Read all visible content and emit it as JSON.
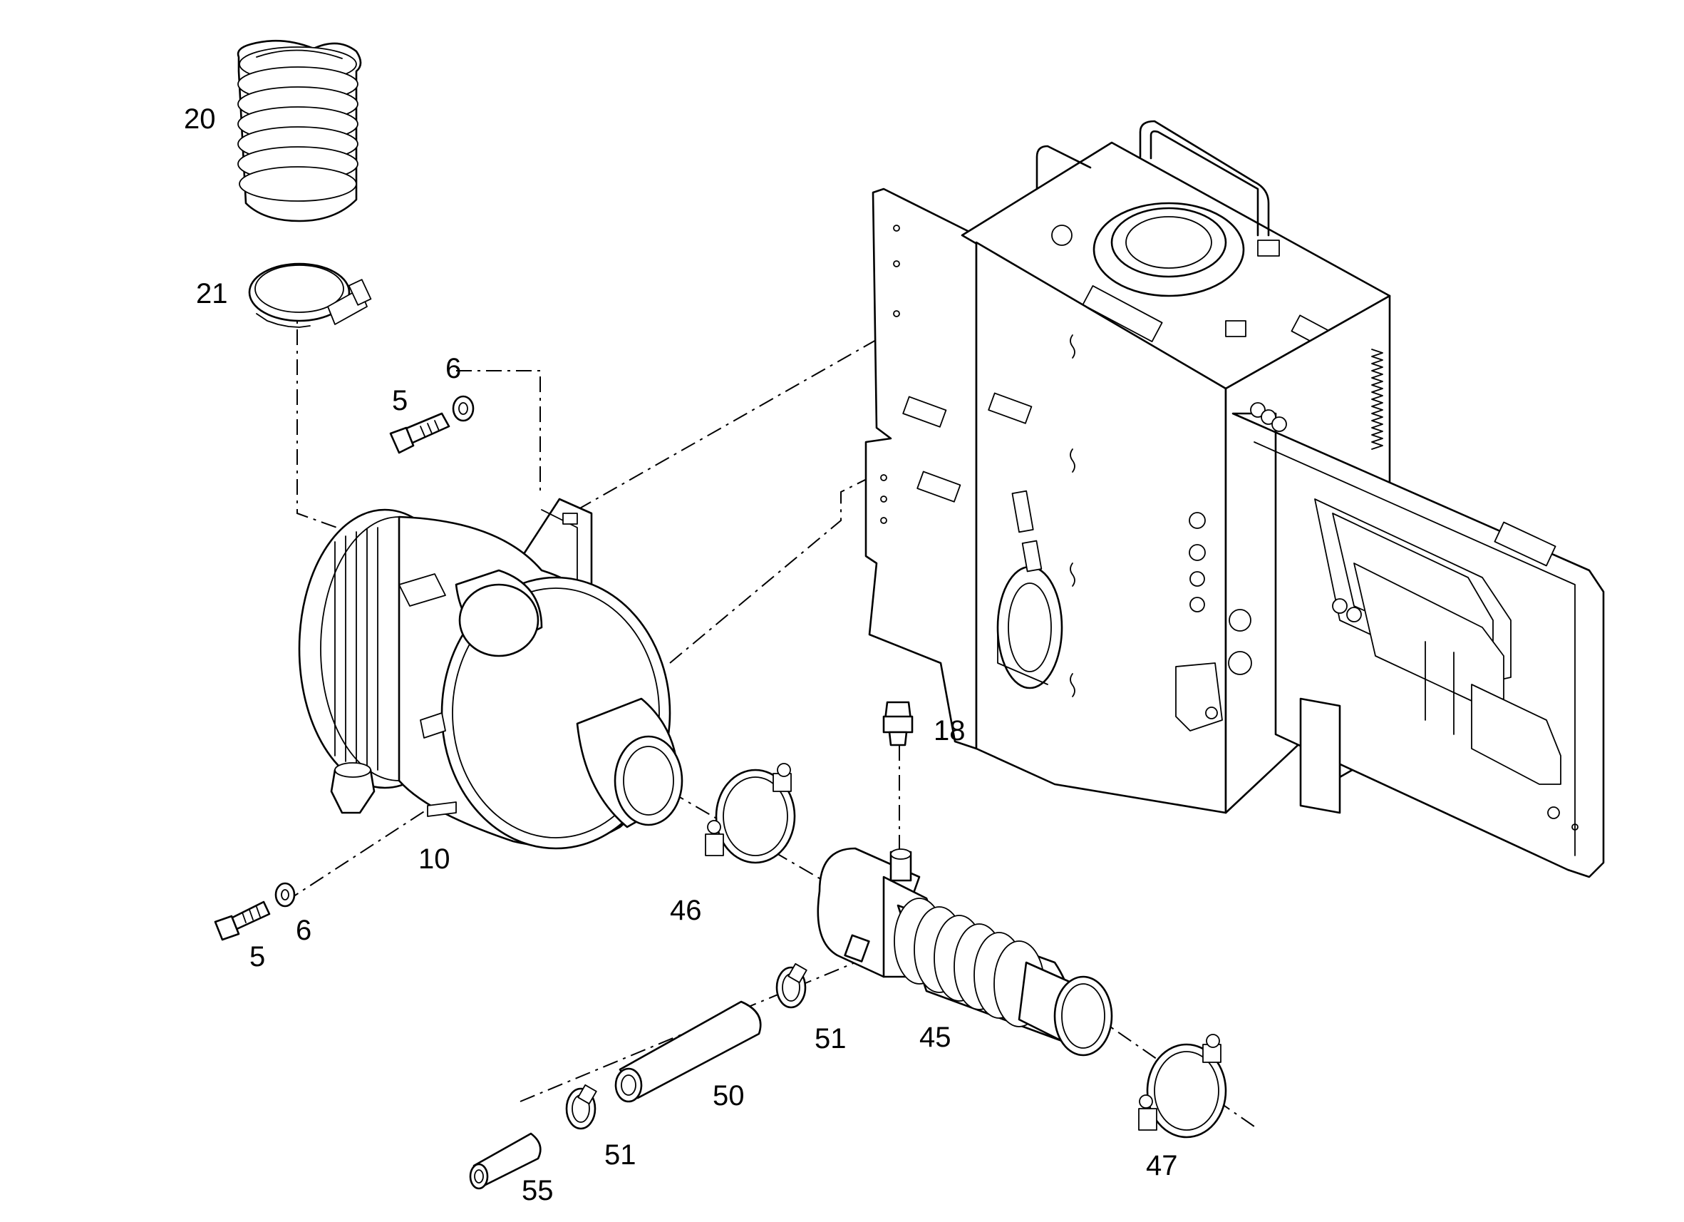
{
  "diagram": {
    "callouts": [
      {
        "id": "c20",
        "text": "20"
      },
      {
        "id": "c21",
        "text": "21"
      },
      {
        "id": "c5a",
        "text": "5"
      },
      {
        "id": "c6a",
        "text": "6"
      },
      {
        "id": "c10",
        "text": "10"
      },
      {
        "id": "c5b",
        "text": "5"
      },
      {
        "id": "c6b",
        "text": "6"
      },
      {
        "id": "c46",
        "text": "46"
      },
      {
        "id": "c18",
        "text": "18"
      },
      {
        "id": "c45",
        "text": "45"
      },
      {
        "id": "c51a",
        "text": "51"
      },
      {
        "id": "c50",
        "text": "50"
      },
      {
        "id": "c51b",
        "text": "51"
      },
      {
        "id": "c55",
        "text": "55"
      },
      {
        "id": "c47",
        "text": "47"
      }
    ]
  }
}
